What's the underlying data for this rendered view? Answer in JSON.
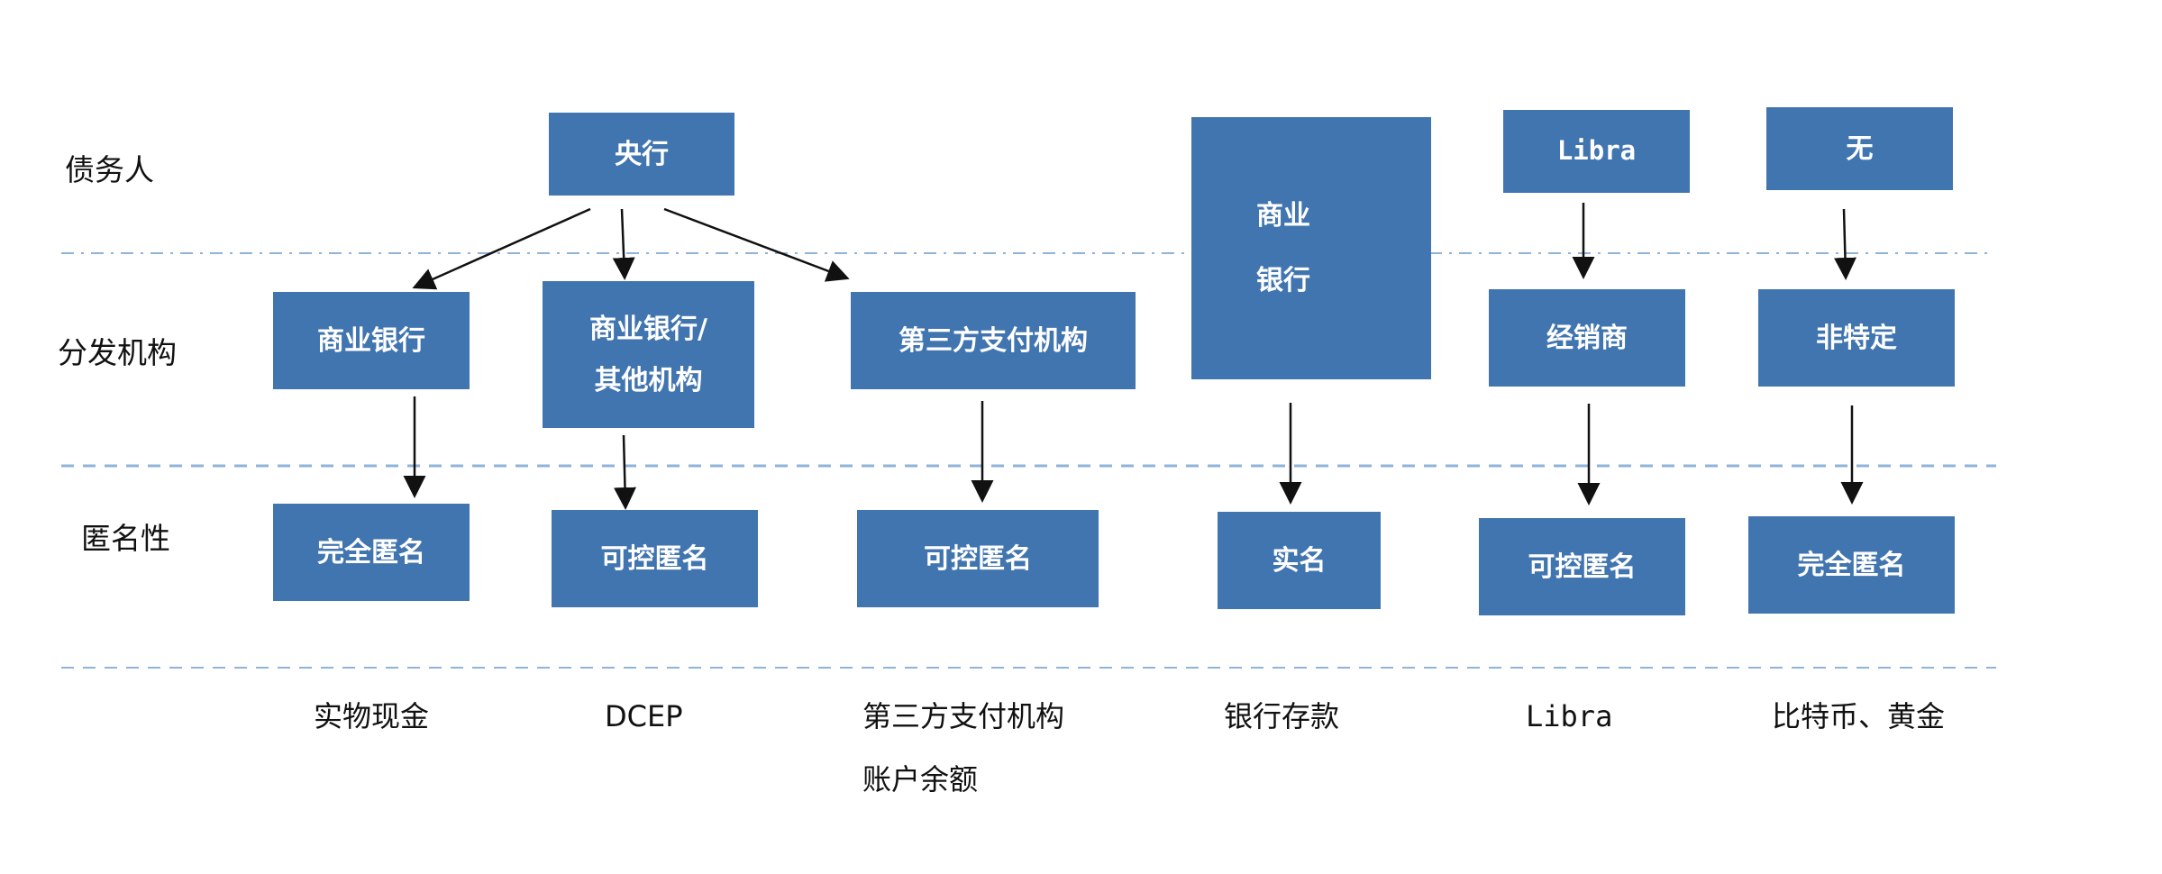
{
  "row_labels": {
    "debtor": "债务人",
    "distributor": "分发机构",
    "anonymity": "匿名性"
  },
  "nodes": {
    "central_bank": "央行",
    "commercial_bank_cash": "商业银行",
    "commercial_bank_dcep_line1": "商业银行/",
    "commercial_bank_dcep_line2": "其他机构",
    "third_party": "第三方支付机构",
    "commercial_bank_deposit_line1": "商业",
    "commercial_bank_deposit_line2": "银行",
    "libra_issuer": "Libra",
    "libra_distributor": "经销商",
    "none_issuer": "无",
    "non_specific": "非特定",
    "anon_cash": "完全匿名",
    "anon_dcep": "可控匿名",
    "anon_third_party": "可控匿名",
    "anon_deposit": "实名",
    "anon_libra": "可控匿名",
    "anon_bitcoin": "完全匿名"
  },
  "columns": {
    "cash": "实物现金",
    "dcep": "DCEP",
    "third_party_line1": "第三方支付机构",
    "third_party_line2": "账户余额",
    "deposit": "银行存款",
    "libra": "Libra",
    "bitcoin_gold": "比特币、黄金"
  },
  "colors": {
    "box_fill": "#4175b0",
    "divider": "#8fb3d9",
    "arrow": "#111111"
  }
}
